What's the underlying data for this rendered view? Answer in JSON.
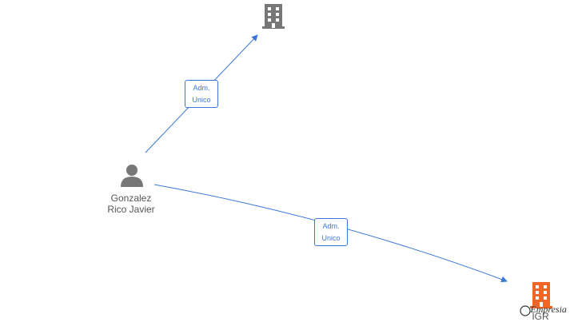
{
  "nodes": {
    "company_top": {
      "icon": "building-icon",
      "color": "#777777",
      "label": ""
    },
    "person": {
      "icon": "person-icon",
      "color": "#777777",
      "label_line1": "Gonzalez",
      "label_line2": "Rico Javier"
    },
    "company_bottom": {
      "icon": "building-icon",
      "color": "#f26522",
      "label": "IGR"
    }
  },
  "edges": {
    "to_top": {
      "label_line1": "Adm.",
      "label_line2": "Unico"
    },
    "to_bottom": {
      "label_line1": "Adm.",
      "label_line2": "Unico"
    }
  },
  "colors": {
    "edge": "#3c78d8"
  },
  "watermark": {
    "symbol": "©",
    "text": "Empresia"
  }
}
